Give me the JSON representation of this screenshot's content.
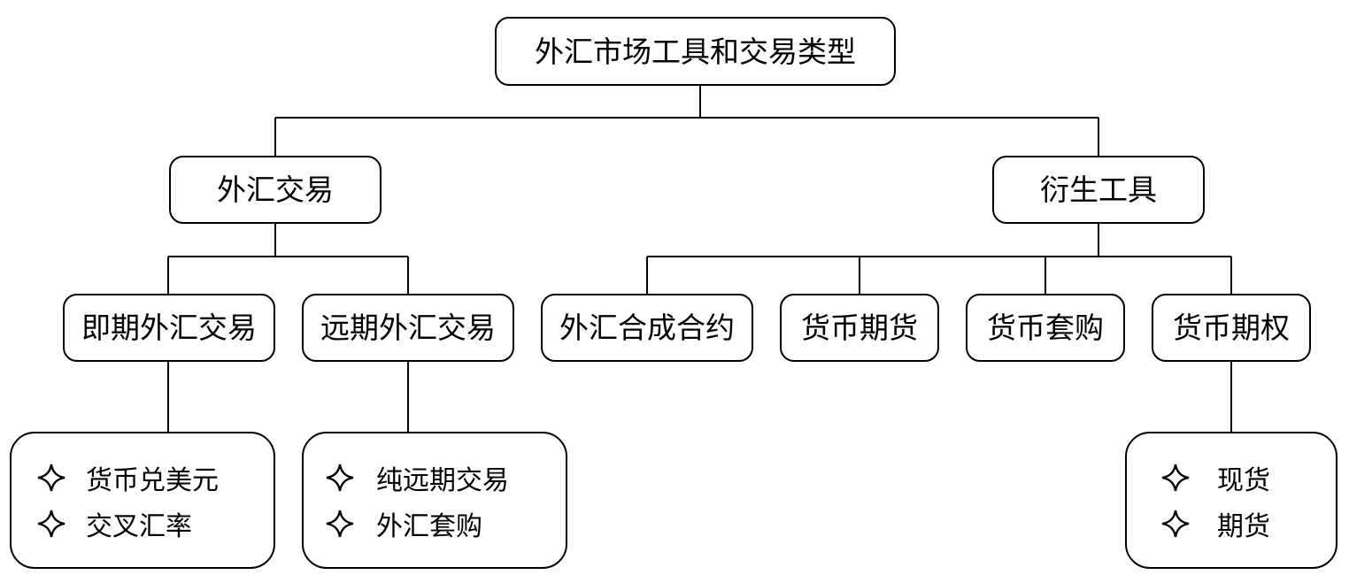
{
  "root": {
    "label": "外汇市场工具和交易类型"
  },
  "categories": {
    "fx_trading": {
      "label": "外汇交易"
    },
    "derivatives": {
      "label": "衍生工具"
    }
  },
  "subcategories": {
    "spot_fx": {
      "label": "即期外汇交易"
    },
    "forward_fx": {
      "label": "远期外汇交易"
    },
    "synthetic_fx": {
      "label": "外汇合成合约"
    },
    "currency_futures": {
      "label": "货币期货"
    },
    "currency_arbitrage": {
      "label": "货币套购"
    },
    "currency_options": {
      "label": "货币期权"
    }
  },
  "leaves": {
    "spot_fx": {
      "items": [
        "货币兑美元",
        "交叉汇率"
      ]
    },
    "forward_fx": {
      "items": [
        "纯远期交易",
        "外汇套购"
      ]
    },
    "currency_options": {
      "items": [
        "现货",
        "期货"
      ]
    }
  },
  "bullet_icon": "four-point-star-icon"
}
